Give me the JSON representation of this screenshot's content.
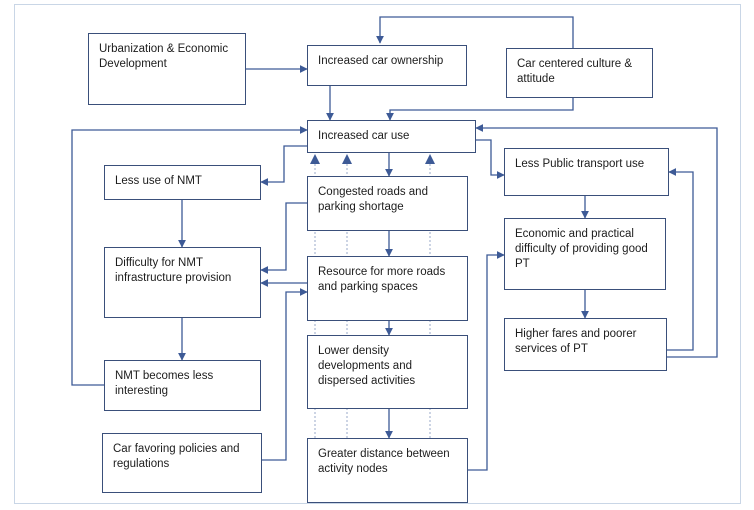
{
  "diagram": {
    "nodes": {
      "urbanization": "Urbanization & Economic Development",
      "car_ownership": "Increased car ownership",
      "car_culture": "Car centered culture & attitude",
      "car_use": "Increased car use",
      "less_nmt": "Less use of NMT",
      "congested": "Congested roads and parking shortage",
      "less_pt": "Less Public transport use",
      "nmt_difficulty": "Difficulty for NMT infrastructure provision",
      "more_roads": "Resource for more roads and parking spaces",
      "pt_difficulty": "Economic and practical difficulty of providing good PT",
      "higher_fares": "Higher fares and poorer services of PT",
      "lower_density": "Lower density developments and dispersed activities",
      "nmt_less_interesting": "NMT becomes less interesting",
      "car_policies": "Car favoring policies and regulations",
      "greater_distance": "Greater distance between activity nodes"
    },
    "colors": {
      "box_border": "#3a4f7a",
      "arrow": "#3d5a96",
      "frame": "#c9d6e6"
    }
  }
}
